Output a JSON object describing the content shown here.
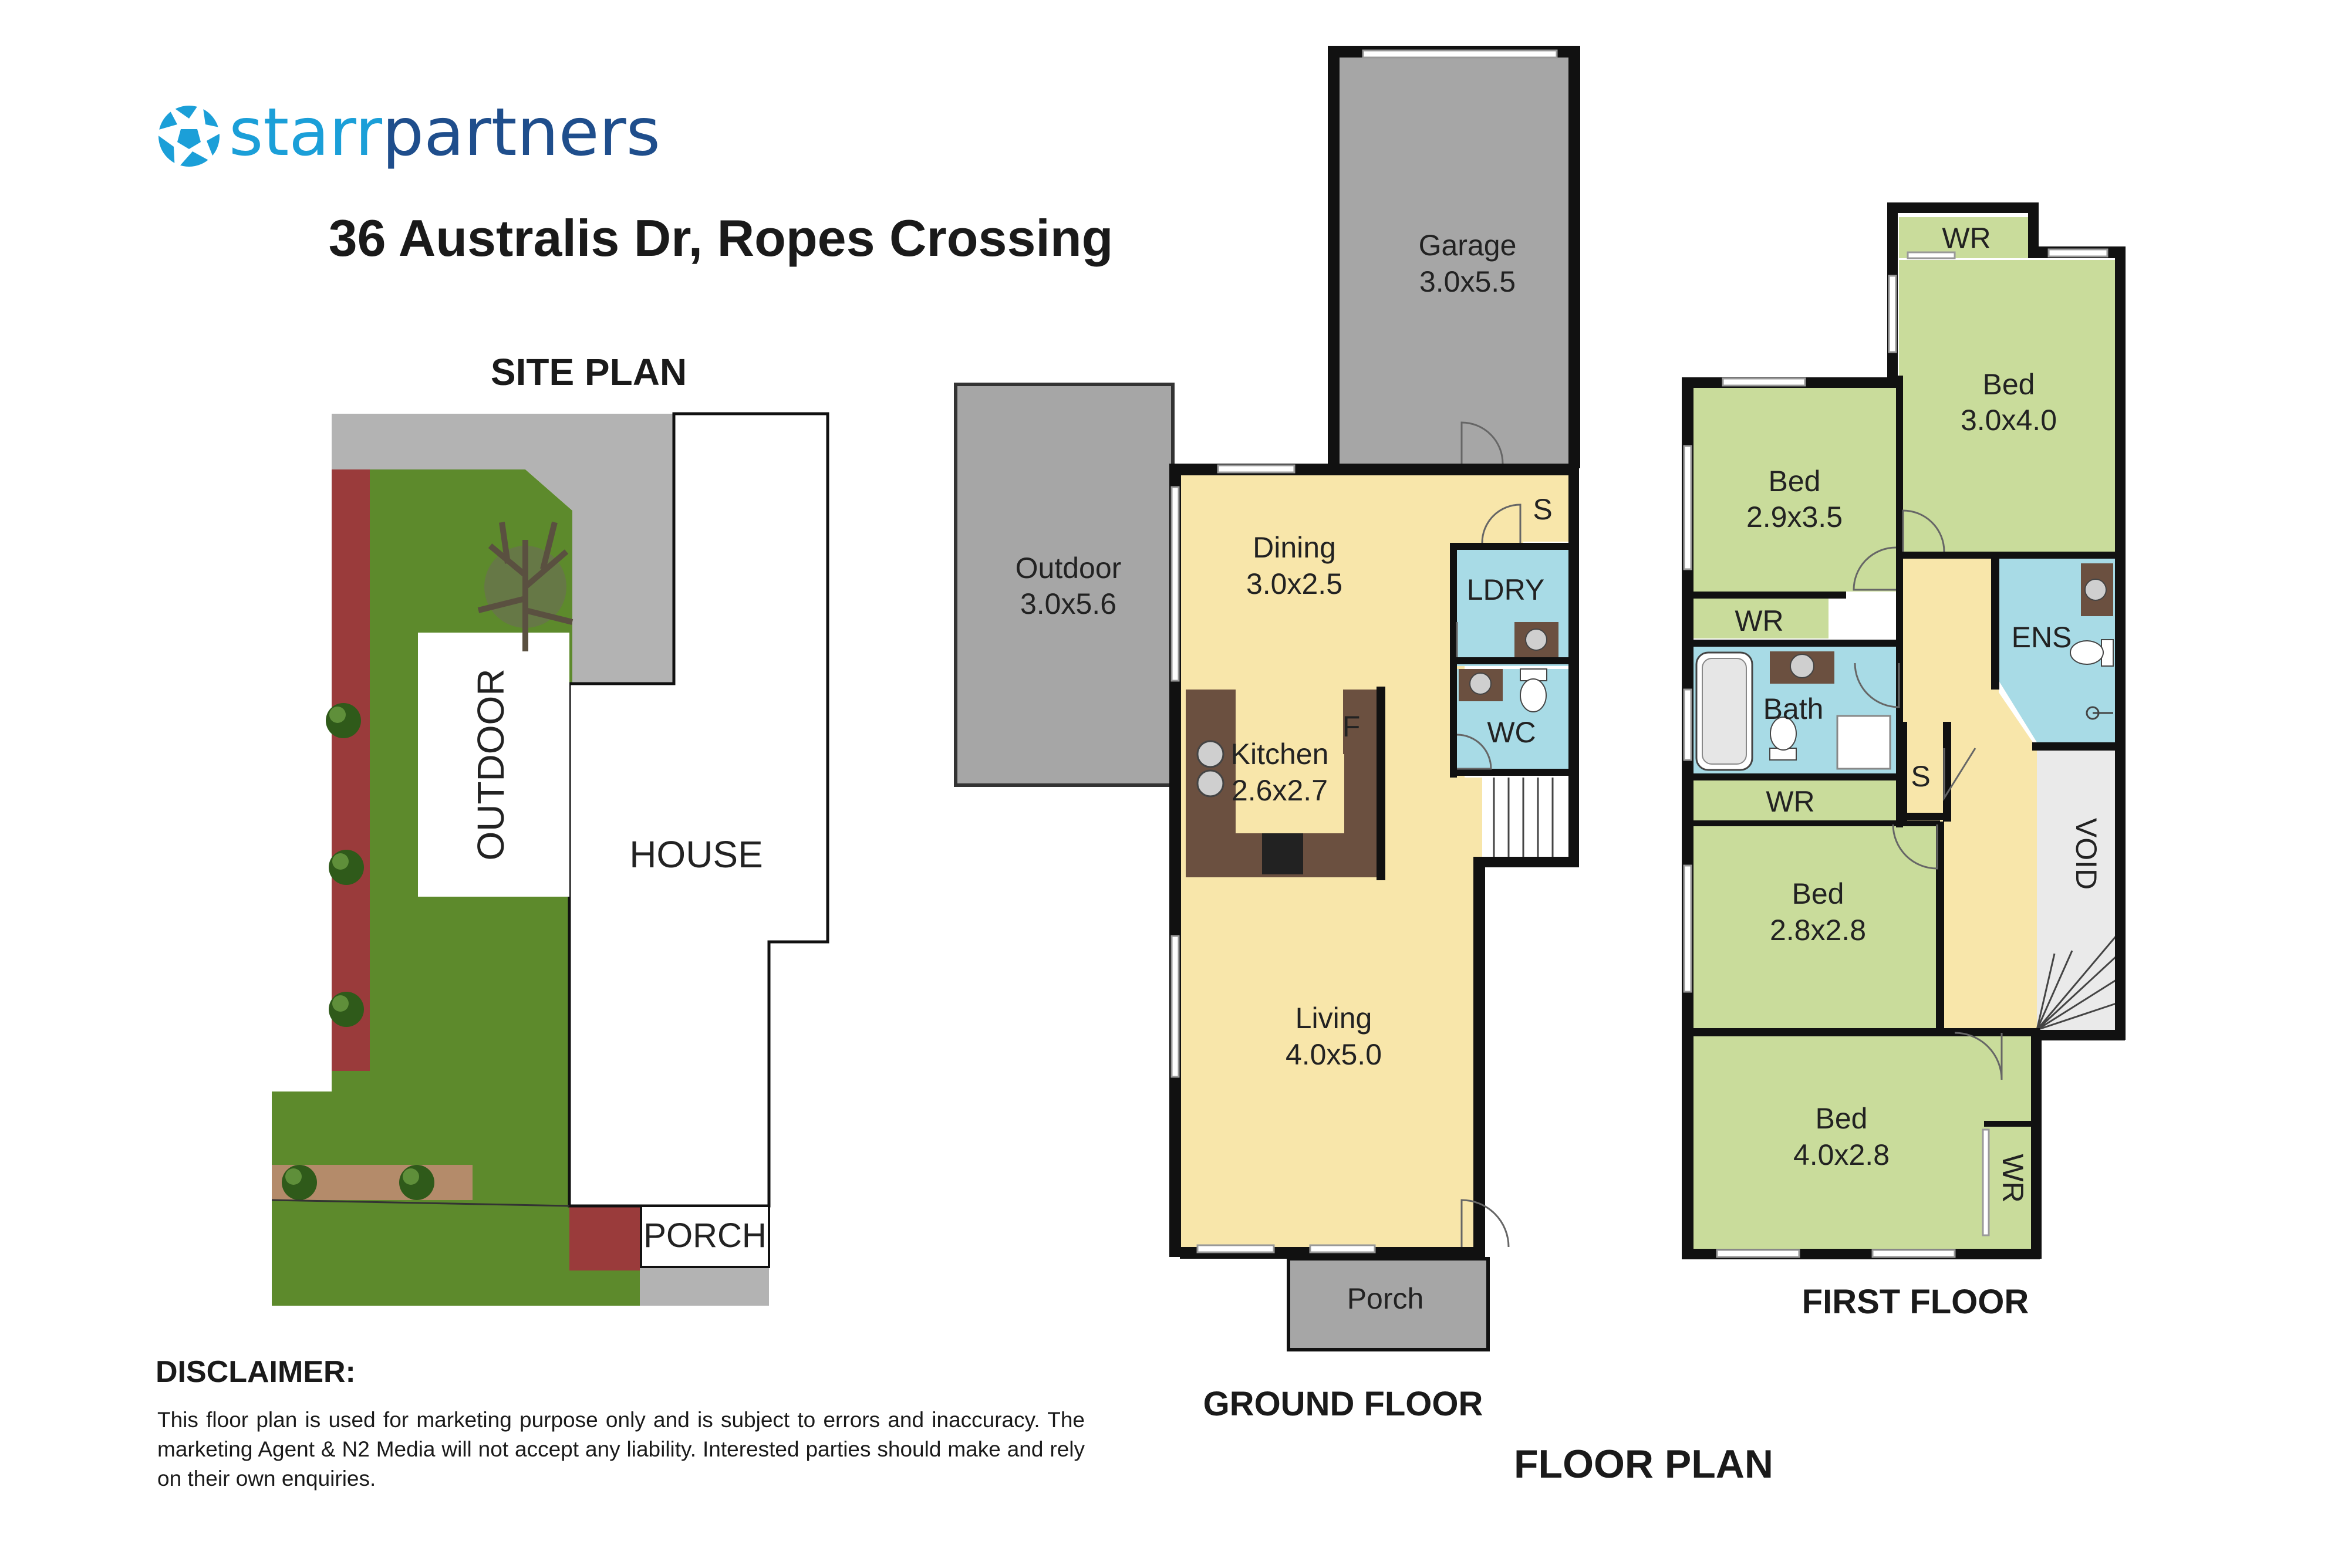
{
  "brand": {
    "name_part1": "starr",
    "name_part2": "partners",
    "primary_color": "#1b9fd8",
    "dark_color": "#1f4e8c"
  },
  "property": {
    "address": "36 Australis Dr, Ropes Crossing"
  },
  "site_plan": {
    "title": "SITE PLAN",
    "labels": {
      "outdoor": "OUTDOOR",
      "house": "HOUSE",
      "porch": "PORCH"
    },
    "colors": {
      "grass": "#5d8a2c",
      "garden_bed": "#9a3b3b",
      "paving": "#b3b3b3"
    }
  },
  "ground_floor": {
    "title": "GROUND FLOOR",
    "rooms": {
      "garage": {
        "name": "Garage",
        "size": "3.0x5.5"
      },
      "outdoor": {
        "name": "Outdoor",
        "size": "3.0x5.6"
      },
      "dining": {
        "name": "Dining",
        "size": "3.0x2.5"
      },
      "kitchen": {
        "name": "Kitchen",
        "size": "2.6x2.7"
      },
      "living": {
        "name": "Living",
        "size": "4.0x5.0"
      },
      "laundry": {
        "name": "LDRY"
      },
      "wc": {
        "name": "WC"
      },
      "storage": {
        "name": "S"
      },
      "fridge": {
        "name": "F"
      },
      "porch": {
        "name": "Porch"
      }
    }
  },
  "first_floor": {
    "title": "FIRST FLOOR",
    "rooms": {
      "bed_master": {
        "name": "Bed",
        "size": "3.0x4.0"
      },
      "bed_2": {
        "name": "Bed",
        "size": "2.9x3.5"
      },
      "bed_3": {
        "name": "Bed",
        "size": "2.8x2.8"
      },
      "bed_4": {
        "name": "Bed",
        "size": "4.0x2.8"
      },
      "ensuite": {
        "name": "ENS"
      },
      "bath": {
        "name": "Bath"
      },
      "void": {
        "name": "VOID"
      },
      "storage": {
        "name": "S"
      },
      "wr_master": {
        "name": "WR"
      },
      "wr_bed2": {
        "name": "WR"
      },
      "wr_bed3": {
        "name": "WR"
      },
      "wr_bed4": {
        "name": "WR"
      }
    }
  },
  "floor_plan_title": "FLOOR PLAN",
  "room_colors": {
    "living": "#f8e6aa",
    "bedroom": "#c9dc9b",
    "wet_area": "#a8dbe6",
    "garage": "#a6a6a6",
    "kitchen": "#6b5040"
  },
  "disclaimer": {
    "title": "DISCLAIMER:",
    "text": "This floor plan is used for marketing purpose only and is subject to errors and inaccuracy. The marketing Agent & N2 Media will not accept any liability. Interested parties should make and rely on their own enquiries."
  }
}
